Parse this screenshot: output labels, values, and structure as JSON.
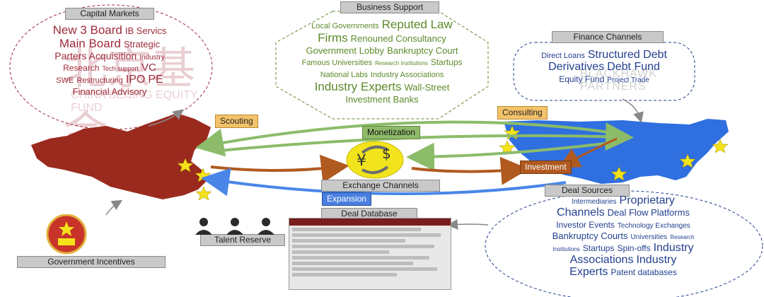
{
  "labels": {
    "capital_markets": "Capital Markets",
    "business_support": "Business Support",
    "finance_channels": "Finance Channels",
    "scouting": "Scouting",
    "monetization": "Monetization",
    "consulting": "Consulting",
    "investment": "Investment",
    "exchange_channels": "Exchange Channels",
    "expansion": "Expansion",
    "deal_database": "Deal Database",
    "deal_sources": "Deal Sources",
    "talent_reserve": "Talent Reserve",
    "government_incentives": "Government Incentives"
  },
  "capital_markets_terms": [
    "New 3 Board",
    "IB Servics",
    "Main Board",
    "Strategic",
    "Parters Acquisition",
    "Industry",
    "Research",
    "Tech support",
    "VC",
    "SWE",
    "Restructuring",
    "IPO",
    "PE",
    "Financial Advisory"
  ],
  "business_support_terms": [
    "Local Governments",
    "Reputed Law",
    "Firms",
    "Renouned Consultancy",
    "Government Lobby",
    "Bankruptcy Court",
    "Famous Universities",
    "Research Institutions",
    "Startups",
    "National Labs",
    "Industry Associations",
    "Industry Experts",
    "Wall-Street",
    "Investment Banks"
  ],
  "finance_channels_terms": [
    "Direct Loans",
    "Structured Debt",
    "Derivatives",
    "Debt Fund",
    "Equity Fund",
    "Project Trade"
  ],
  "deal_sources_terms": [
    "Intermediaries",
    "Proprietary",
    "Channels",
    "Deal Flow Platforms",
    "Investor Events",
    "Technology Exchanges",
    "Bankruptcy Courts",
    "Universities",
    "Research",
    "Institutions",
    "Startups",
    "Spin-offs",
    "Industry",
    "Associations",
    "Industry",
    "Experts",
    "Patent databases"
  ],
  "watermarks": {
    "left_logo_cn": "北京基金",
    "left_logo_en": "CHINA BEIJING EQUITY FUND",
    "right_logo": "BLACKHAWK PARTNERS"
  },
  "exchange_icon": "currency-exchange-icon",
  "colors": {
    "china": "#9b2a1e",
    "usa": "#2f6fe0",
    "star": "#f4e21a",
    "arrow_green": "#8cbc6a",
    "arrow_brown": "#b05a20",
    "arrow_blue": "#4a86e8"
  }
}
